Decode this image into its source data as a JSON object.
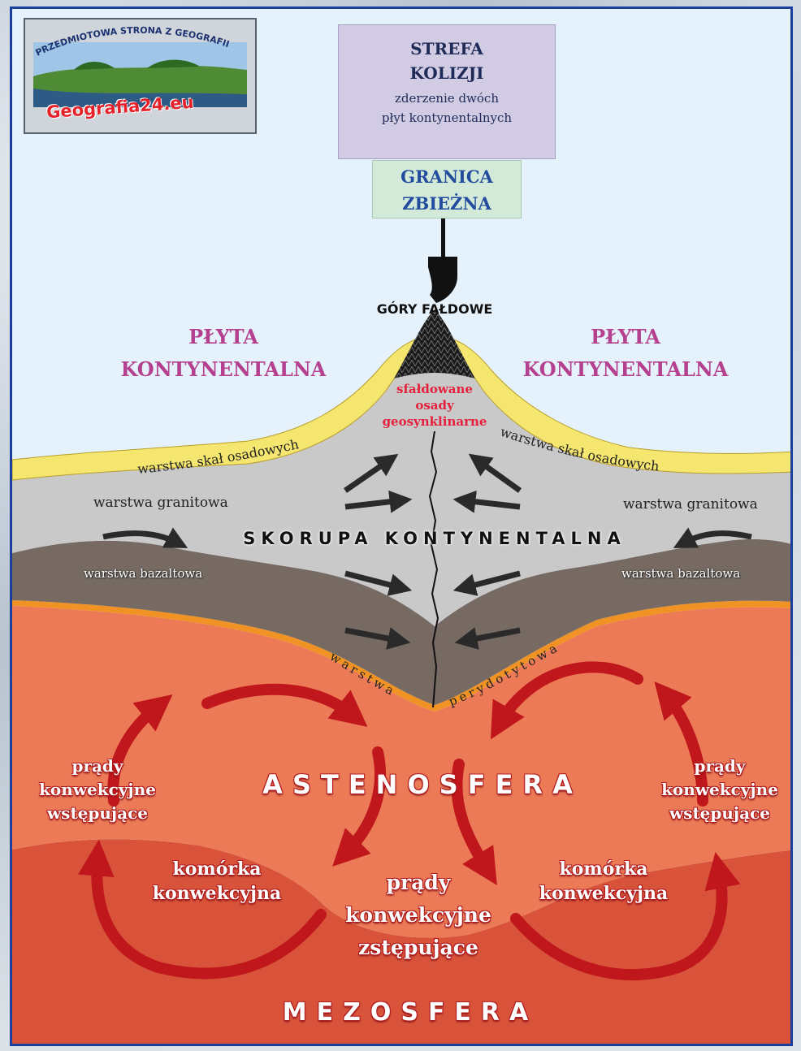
{
  "logo": {
    "arc_text": "PRZEDMIOTOWA STRONA Z GEOGRAFII",
    "site": "Geografia24.eu"
  },
  "strefa": {
    "title_1": "STREFA",
    "title_2": "KOLIZJI",
    "sub_1": "zderzenie dwóch",
    "sub_2": "płyt kontynentalnych"
  },
  "granica": {
    "line_1": "GRANICA",
    "line_2": "ZBIEŻNA"
  },
  "mountains": "GÓRY FAŁDOWE",
  "plate_left": {
    "line_1": "PŁYTA",
    "line_2": "KONTYNENTALNA"
  },
  "plate_right": {
    "line_1": "PŁYTA",
    "line_2": "KONTYNENTALNA"
  },
  "folded": {
    "line_1": "sfałdowane",
    "line_2": "osady",
    "line_3": "geosynklinarne"
  },
  "layers": {
    "sedimentary": "warstwa skał osadowych",
    "granite": "warstwa granitowa",
    "basalt": "warstwa bazaltowa",
    "peridotite_1": "warstwa",
    "peridotite_2": "perydotytowa",
    "crust": "SKORUPA KONTYNENTALNA"
  },
  "asthenosphere": "ASTENOSFERA",
  "mesosphere": "MEZOSFERA",
  "rising": {
    "line_1": "prądy",
    "line_2": "konwekcyjne",
    "line_3": "wstępujące"
  },
  "sinking": {
    "line_1": "prądy",
    "line_2": "konwekcyjne",
    "line_3": "zstępujące"
  },
  "cell": {
    "line_1": "komórka",
    "line_2": "konwekcyjna"
  },
  "colors": {
    "sky": "#e6f2fb",
    "sediment": "#f5e66f",
    "granite": "#c9c9c9",
    "basalt": "#766a63",
    "peridotite": "#f09224",
    "asthenosphere": "#ec7a57",
    "mesosphere": "#d9533a",
    "arrow_red": "#c0171c"
  }
}
